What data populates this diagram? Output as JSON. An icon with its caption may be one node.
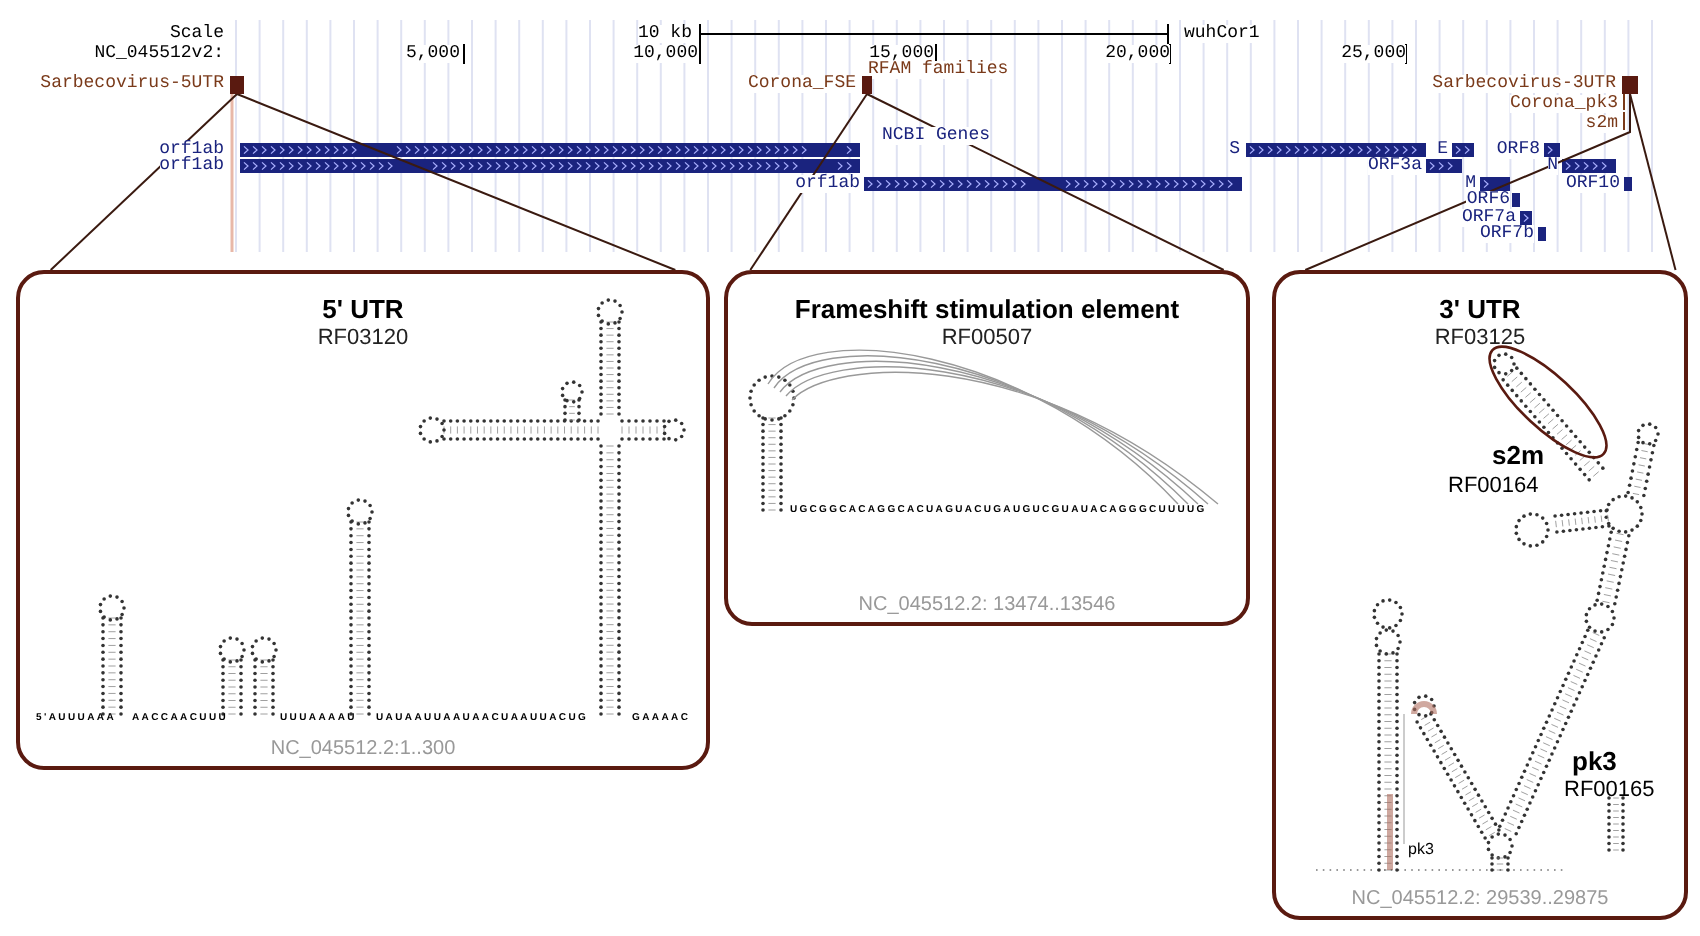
{
  "diagram": {
    "nodes": [
      {
        "text": [],
        "shape": "box",
        "beside": [
          "Sarbecovirus-5UTR"
        ]
      },
      {
        "text": [],
        "shape": "box",
        "beside": [
          "Corona_FSE"
        ]
      },
      {
        "text": [],
        "shape": "box",
        "beside": [
          "Sarbecovirus-3UTR"
        ]
      },
      {
        "text": [
          "5' UTR",
          "RF03120",
          "NC_045512.2:1..300"
        ]
      },
      {
        "text": [
          "Frameshift stimulation element",
          "RF00507",
          "NC_045512.2: 13474..13546"
        ]
      },
      {
        "text": [
          "3' UTR",
          "RF03125",
          "NC_045512.2: 29539..29875"
        ]
      },
      {
        "text": [
          "s2m",
          "RF00164"
        ],
        "in": 5
      }
    ],
    "edges": [
      {
        "from": 0,
        "to": 3,
        "arrow": "none"
      },
      {
        "from": 0,
        "to": 3,
        "arrow": "none"
      },
      {
        "from": 1,
        "to": 4,
        "arrow": "none"
      },
      {
        "from": 1,
        "to": 4,
        "arrow": "none"
      },
      {
        "from": 2,
        "to": 5,
        "arrow": "none"
      },
      {
        "from": 2,
        "to": 5,
        "arrow": "none"
      }
    ],
    "labels": [
      "Scale",
      "10 kb",
      "wuhCor1",
      "NC_045512v2:",
      "5,000",
      "10,000",
      "15,000",
      "20,000",
      "25,000",
      "RFAM families",
      "Corona_pk3",
      "s2m",
      "NCBI Genes",
      "orf1ab",
      "orf1ab",
      "S",
      "E",
      "ORF8",
      "ORF3a",
      "N",
      "orf1ab",
      "M",
      "ORF10",
      "ORF6",
      "ORF7a",
      "ORF7b",
      "5'AUUUAAA",
      "AACCAACUUU",
      "UUUAAAAU",
      "UAUAAUUAAUAACUAAUUACUG",
      "GAAAAC",
      "UGCGGCACAGGCACUAGUACUGAUGUCGUAUACAGGGCUUUUG",
      "pk3",
      "pk3",
      "RF00165"
    ]
  }
}
